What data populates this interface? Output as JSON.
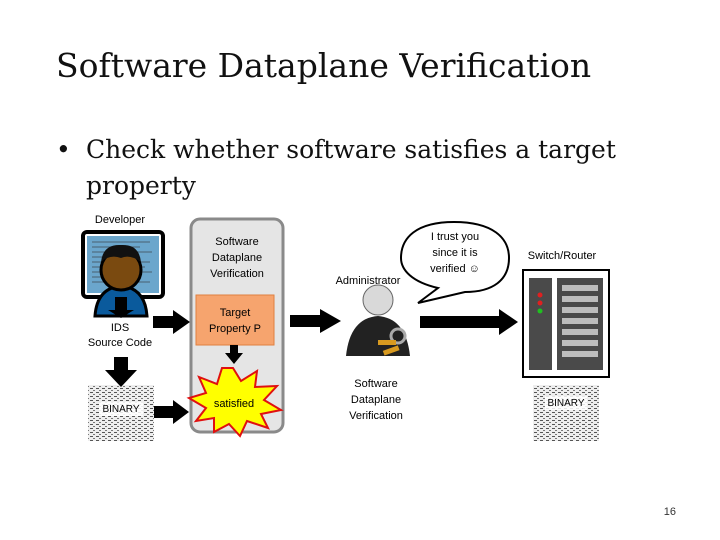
{
  "slide": {
    "title": "Software Dataplane Verification",
    "bullet": "Check whether software satisfies a target property",
    "page_number": "16"
  },
  "diagram": {
    "developer_label": "Developer",
    "source_code_label": "IDS\nSource Code",
    "binary_label": "BINARY",
    "verification_box_label": "Software\nDataplane\nVerification",
    "target_property_label": "Target\nProperty P",
    "satisfied_label": "satisfied",
    "administrator_label": "Administrator",
    "speech_bubble": "I trust you\nsince it is\nverified ☺",
    "admin_verification_label": "Software\nDataplane\nVerification",
    "switch_router_label": "Switch/Router",
    "router_binary_label": "BINARY"
  },
  "colors": {
    "gray_box_fill": "#e5e5e5",
    "gray_box_stroke": "#8a8a8a",
    "orange": "#f6a46e",
    "starburst": "#ffff00",
    "starburst_stroke": "#e01010",
    "arrow": "#000000",
    "monitor_blue": "#6ba6cc",
    "person_body": "#0a5a9c"
  }
}
